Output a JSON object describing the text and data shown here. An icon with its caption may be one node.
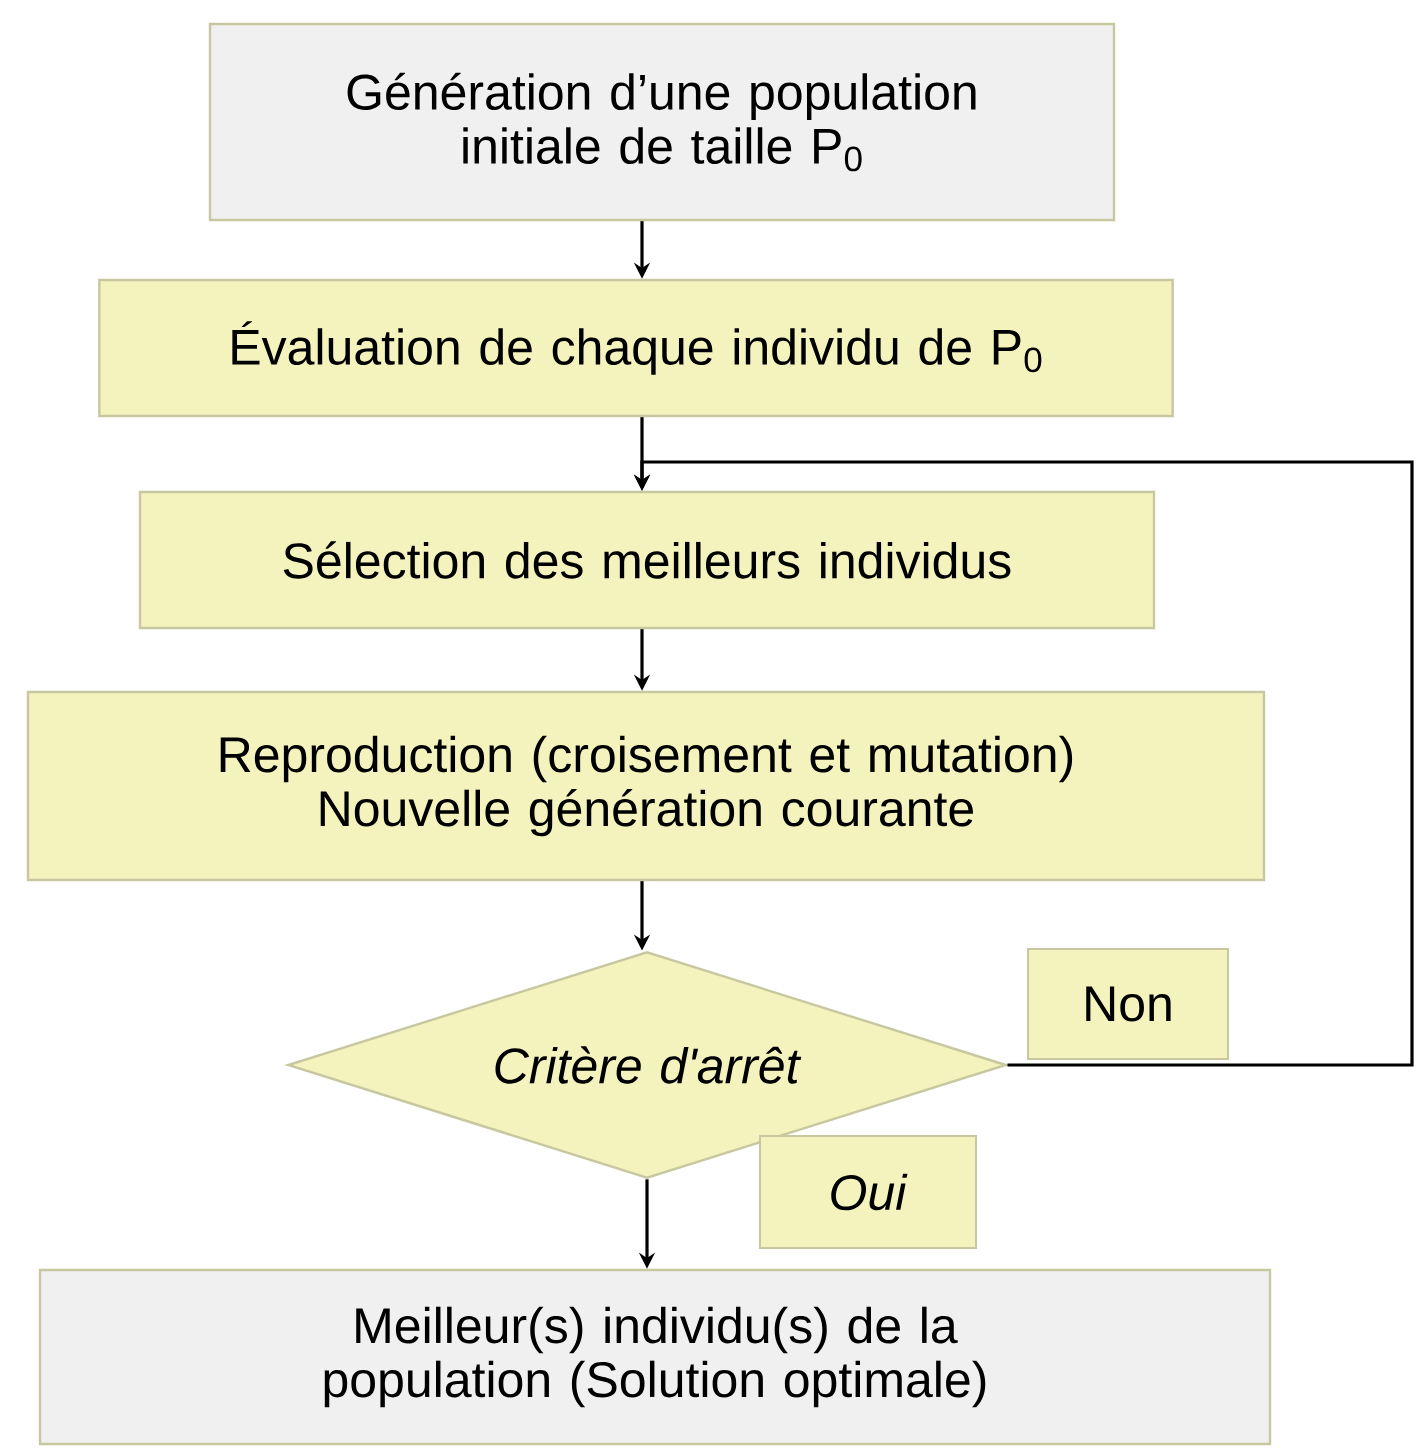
{
  "diagram": {
    "nodes": [
      {
        "text": [
          "Génération d’une population initiale de taille P$_{0}$"
        ]
      },
      {
        "text": [
          "Évaluation de chaque individu de P$_{0}$"
        ]
      },
      {
        "text": [
          "Sélection des meilleurs individus"
        ]
      },
      {
        "text": [
          "Reproduction (croisement et mutation) Nouvelle génération courante"
        ]
      },
      {
        "text": [
          "*Critère d'arrêt*"
        ]
      },
      {
        "text": [
          "Meilleur(s) individu(s) de la population (Solution optimale)"
        ]
      }
    ],
    "edges": [
      {
        "from": 0,
        "to": 1,
        "arrow": "to"
      },
      {
        "from": 1,
        "to": 2,
        "arrow": "to"
      },
      {
        "from": 2,
        "to": 3,
        "arrow": "to"
      },
      {
        "from": 3,
        "to": 4,
        "arrow": "to"
      },
      {
        "from": 4,
        "to": 5,
        "arrow": "to",
        "label": "*Oui*"
      },
      {
        "from": 4,
        "to": 2,
        "arrow": "to",
        "label": "Non"
      }
    ]
  }
}
